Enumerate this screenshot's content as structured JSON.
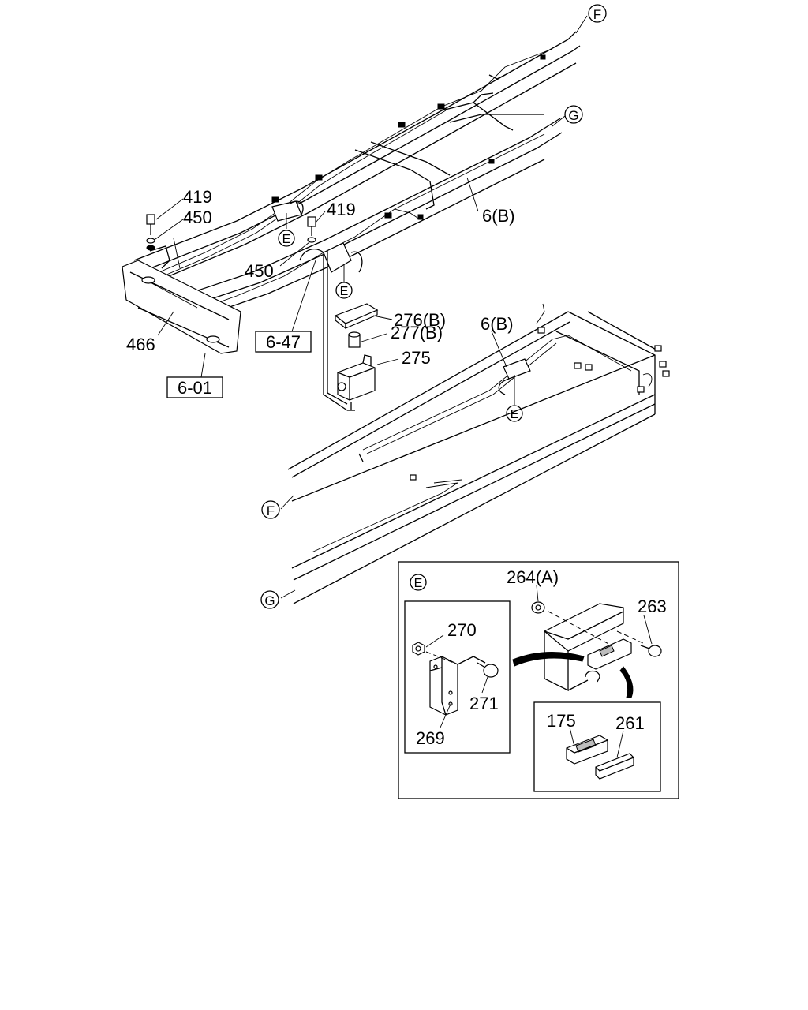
{
  "callouts": {
    "c419a": "419",
    "c450a": "450",
    "c419b": "419",
    "c450b": "450",
    "c466": "466",
    "c6b_top": "6(B)",
    "c276b": "276(B)",
    "c277b": "277(B)",
    "c275": "275",
    "c6b_mid": "6(B)",
    "c264a": "264(A)",
    "c263": "263",
    "c270": "270",
    "c271": "271",
    "c269": "269",
    "c175": "175",
    "c261": "261"
  },
  "refs": {
    "r601": "6-01",
    "r647": "6-47"
  },
  "markers": {
    "f_top": "F",
    "g_top": "G",
    "f_bottom": "F",
    "g_bottom": "G",
    "e1": "E",
    "e2": "E",
    "e3": "E",
    "detail_e": "E"
  }
}
